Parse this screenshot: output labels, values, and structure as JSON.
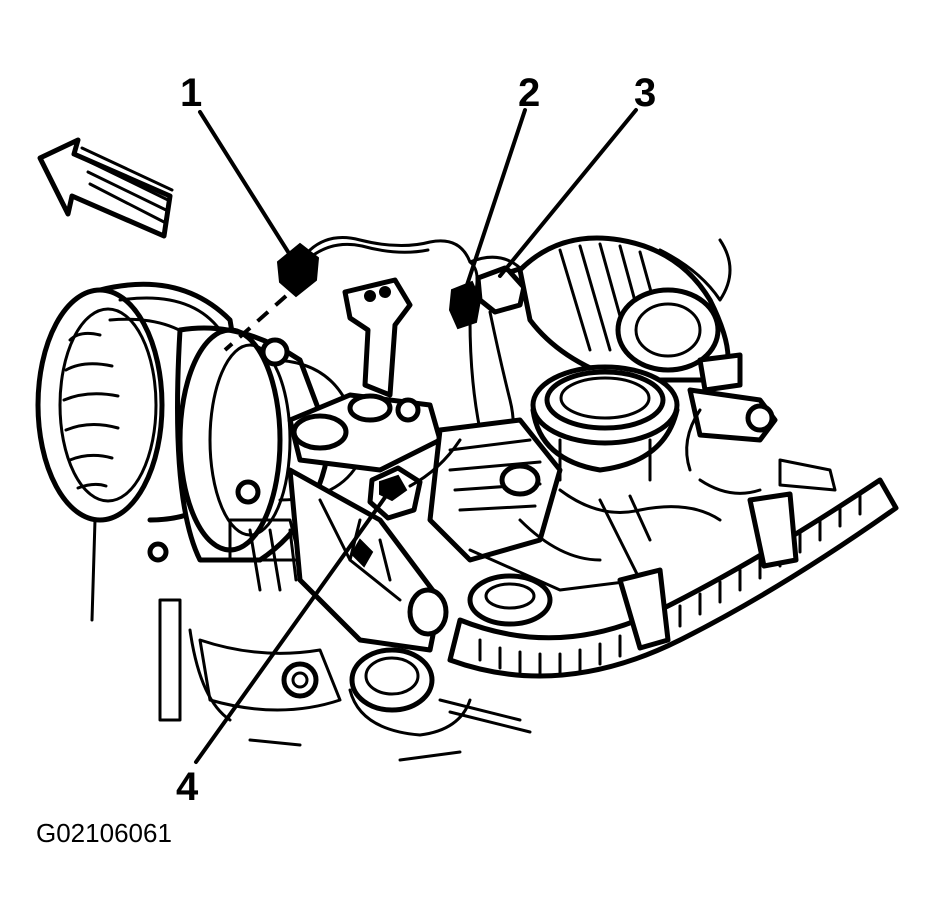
{
  "callouts": [
    {
      "label": "1"
    },
    {
      "label": "2"
    },
    {
      "label": "3"
    },
    {
      "label": "4"
    }
  ],
  "figure_id": "G02106061",
  "icons": {
    "direction_arrow": "forward-arrow-icon"
  }
}
